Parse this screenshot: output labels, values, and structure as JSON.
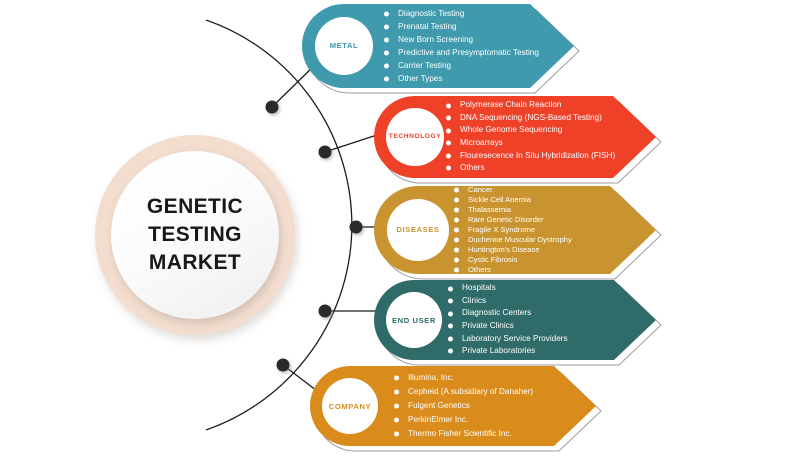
{
  "center": {
    "title": "GENETIC\nTESTING\nMARKET",
    "ring_color": "#f2ddce",
    "inner_color": "#ffffff"
  },
  "segments": [
    {
      "id": "metal",
      "label": "METAL",
      "color": "#3e9aac",
      "items": [
        "Diagnostic  Testing",
        "Prenatal Testing",
        "New Born Screening",
        "Predictive and Presymptomatic Testing",
        "Carrier Testing",
        "Other Types"
      ]
    },
    {
      "id": "technology",
      "label": "TECHNOLOGY",
      "color": "#ef4028",
      "items": [
        "Polymerase Chain Reaction",
        "DNA Sequencing (NGS-Based Testing)",
        "Whole Genome Sequencing",
        "Microarrays",
        "Flouresecence In Situ Hybridization (FISH)",
        "Others"
      ]
    },
    {
      "id": "diseases",
      "label": "DISEASES",
      "color": "#c9942f",
      "items": [
        "Cancer",
        "Sickle Cell Anemia",
        "Thalassemia",
        "Rare Genetic Disorder",
        "Fragile X Syndrome",
        "Duchenne Muscular Dystrophy",
        "Huntington's Disease",
        "Cystic Fibrosis",
        "Others"
      ]
    },
    {
      "id": "end-user",
      "label": "END USER",
      "color": "#2e6b69",
      "items": [
        "Hospitals",
        "Clinics",
        "Diagnostic Centers",
        "Private Clinics",
        "Laboratory Service Providers",
        "Private Laboratories"
      ]
    },
    {
      "id": "company",
      "label": "COMPANY",
      "color": "#d98c1b",
      "items": [
        "Illumina, Inc.",
        "Cepheid (A subsidiary of Danaher)",
        "Fulgent Genetics",
        "PerkinElmer Inc.",
        "Thermo Fisher Scientific Inc."
      ]
    }
  ],
  "connector": {
    "line_color": "#1c1c1c",
    "node_color": "#2a2a2a"
  }
}
